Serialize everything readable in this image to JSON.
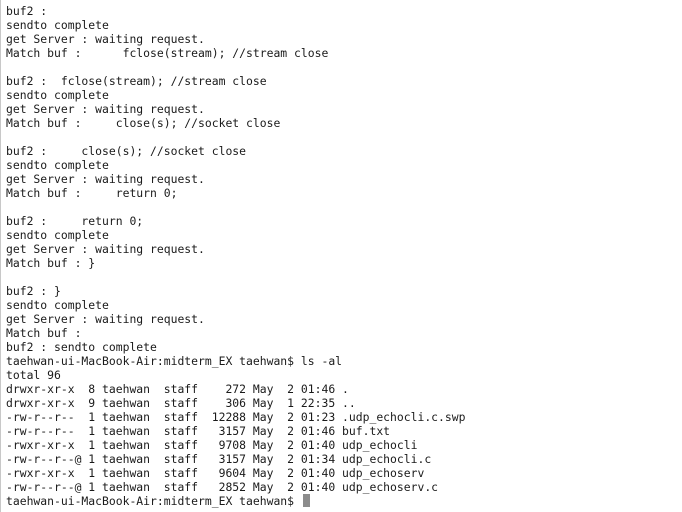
{
  "terminal": {
    "lines": [
      "buf2 :",
      "sendto complete",
      "get Server : waiting request.",
      "Match buf :      fclose(stream); //stream close",
      "",
      "buf2 :  fclose(stream); //stream close",
      "sendto complete",
      "get Server : waiting request.",
      "Match buf :     close(s); //socket close",
      "",
      "buf2 :     close(s); //socket close",
      "sendto complete",
      "get Server : waiting request.",
      "Match buf :     return 0;",
      "",
      "buf2 :     return 0;",
      "sendto complete",
      "get Server : waiting request.",
      "Match buf : }",
      "",
      "buf2 : }",
      "sendto complete",
      "get Server : waiting request.",
      "Match buf :",
      "buf2 : sendto complete",
      "taehwan-ui-MacBook-Air:midterm_EX taehwan$ ls -al",
      "total 96",
      "drwxr-xr-x  8 taehwan  staff    272 May  2 01:46 .",
      "drwxr-xr-x  9 taehwan  staff    306 May  1 22:35 ..",
      "-rw-r--r--  1 taehwan  staff  12288 May  2 01:23 .udp_echocli.c.swp",
      "-rw-r--r--  1 taehwan  staff   3157 May  2 01:46 buf.txt",
      "-rwxr-xr-x  1 taehwan  staff   9708 May  2 01:40 udp_echocli",
      "-rw-r--r--@ 1 taehwan  staff   3157 May  2 01:34 udp_echocli.c",
      "-rwxr-xr-x  1 taehwan  staff   9604 May  2 01:40 udp_echoserv",
      "-rw-r--r--@ 1 taehwan  staff   2852 May  2 01:40 udp_echoserv.c"
    ],
    "prompt": "taehwan-ui-MacBook-Air:midterm_EX taehwan$ "
  }
}
